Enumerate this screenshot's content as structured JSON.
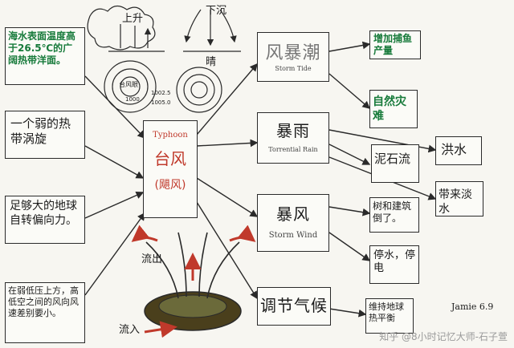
{
  "causes": [
    {
      "text": "海水表面温度高于26.5℃的广阔热带洋面。"
    },
    {
      "text": "一个弱的热带涡旋"
    },
    {
      "text": "足够大的地球自转偏向力。"
    },
    {
      "text": "在弱低压上方，高低空之间的风向风速差别要小。"
    }
  ],
  "center": {
    "en": "Typhoon",
    "cn": "台风",
    "alt": "(飓风)"
  },
  "effects": [
    {
      "cn": "风暴潮",
      "en": "Storm Tide"
    },
    {
      "cn": "暴雨",
      "en": "Torrential Rain"
    },
    {
      "cn": "暴风",
      "en": "Storm Wind"
    },
    {
      "cn": "调节气候"
    }
  ],
  "results": [
    {
      "text": "增加捕鱼产量"
    },
    {
      "text": "自然灾难"
    },
    {
      "text": "泥石流"
    },
    {
      "text": "洪水"
    },
    {
      "text": "带来淡水"
    },
    {
      "text": "树和建筑倒了。"
    },
    {
      "text": "停水，停电"
    },
    {
      "text": "维持地球热平衡"
    }
  ],
  "sketch_labels": {
    "up": "上升",
    "down": "下沉",
    "sunny": "晴",
    "eye": "台风眼",
    "isobar1": "1000",
    "isobar2": "1002.5",
    "isobar3": "1005.0",
    "outflow": "流出",
    "inflow": "流入"
  },
  "signature": "Jamie 6.9",
  "watermark": "知乎 @8小时记忆大师-石子萱",
  "colors": {
    "ink": "#2a2a2a",
    "green": "#167a3a",
    "red": "#c0392b"
  }
}
